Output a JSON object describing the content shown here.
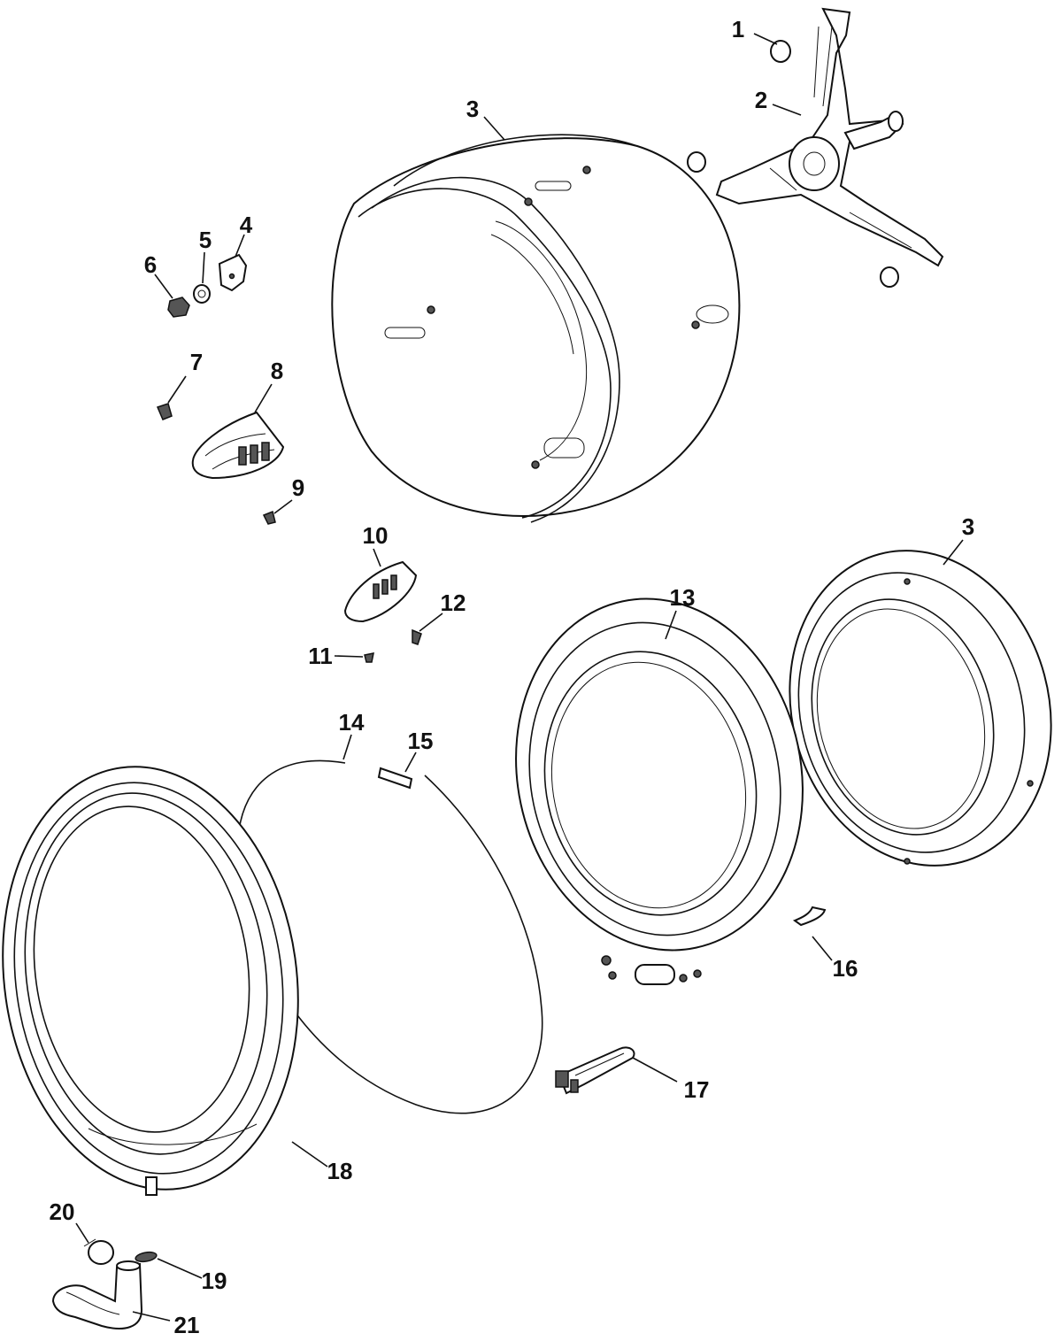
{
  "callouts": {
    "c1": "1",
    "c2": "2",
    "c3a": "3",
    "c3b": "3",
    "c4": "4",
    "c5": "5",
    "c6": "6",
    "c7": "7",
    "c8": "8",
    "c9": "9",
    "c10": "10",
    "c11": "11",
    "c12": "12",
    "c13": "13",
    "c14": "14",
    "c15": "15",
    "c16": "16",
    "c17": "17",
    "c18": "18",
    "c19": "19",
    "c20": "20",
    "c21": "21"
  },
  "colors": {
    "line": "#111111",
    "background": "#ffffff"
  }
}
